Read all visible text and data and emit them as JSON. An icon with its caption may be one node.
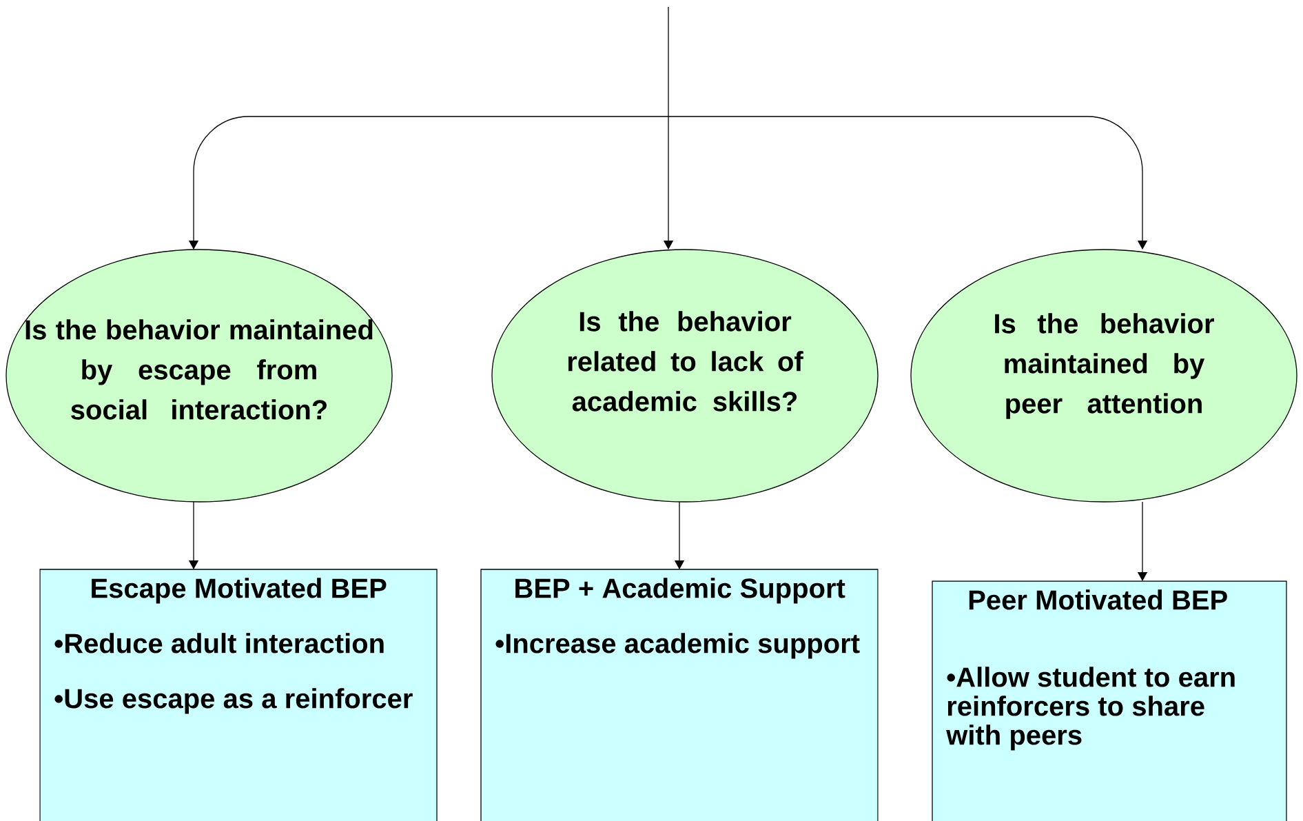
{
  "diagram": {
    "nodes": [
      {
        "text": [
          "Is the behavior maintained by escape from social interaction?"
        ]
      },
      {
        "text": [
          "Is the behavior related to lack of academic skills?"
        ]
      },
      {
        "text": [
          "Is the behavior maintained by peer attention"
        ]
      },
      {
        "text": [
          "Escape Motivated BEP",
          "•Reduce adult interaction",
          "•Use escape as a reinforcer"
        ]
      },
      {
        "text": [
          "BEP + Academic Support",
          "•Increase academic support"
        ]
      },
      {
        "text": [
          "Peer Motivated BEP",
          "•Allow student to earn reinforcers to share with peers"
        ]
      }
    ],
    "edges": [
      {
        "from": null,
        "to": 0,
        "arrow": "to"
      },
      {
        "from": null,
        "to": 1,
        "arrow": "to"
      },
      {
        "from": null,
        "to": 2,
        "arrow": "to"
      },
      {
        "from": 0,
        "to": 3,
        "arrow": "to"
      },
      {
        "from": 1,
        "to": 4,
        "arrow": "to"
      },
      {
        "from": 2,
        "to": 5,
        "arrow": "to"
      }
    ]
  }
}
